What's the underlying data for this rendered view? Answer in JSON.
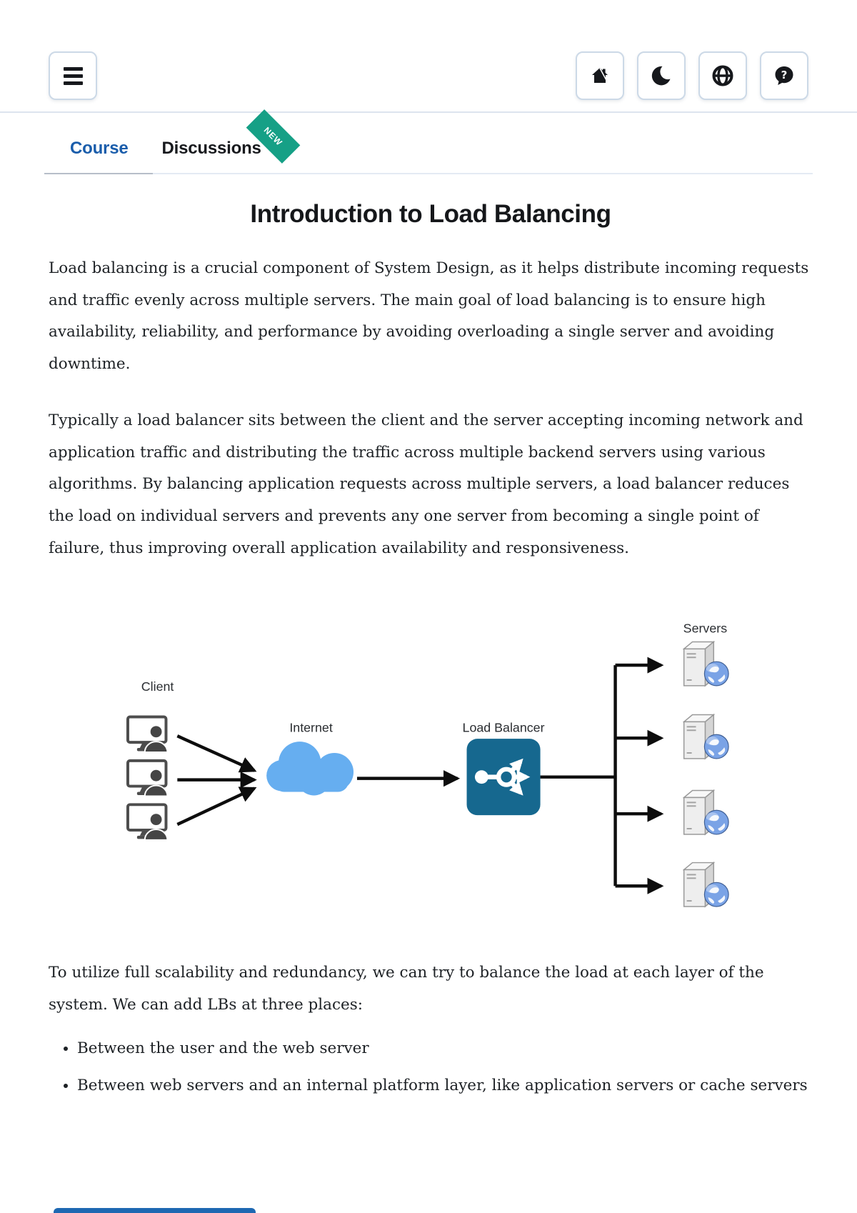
{
  "header": {
    "menu_button": "menu",
    "actions": [
      {
        "name": "home"
      },
      {
        "name": "dark-mode"
      },
      {
        "name": "language"
      },
      {
        "name": "help"
      }
    ]
  },
  "tabs": {
    "course": "Course",
    "discussions": "Discussions",
    "new_badge": "NEW"
  },
  "article": {
    "title": "Introduction to Load Balancing",
    "paragraphs": [
      "Load balancing is a crucial component of System Design, as it helps distribute incoming requests and traffic evenly across multiple servers. The main goal of load balancing is to ensure high availability, reliability, and performance by avoiding overloading a single server and avoiding downtime.",
      "Typically a load balancer sits between the client and the server accepting incoming network and application traffic and distributing the traffic across multiple backend servers using various algorithms. By balancing application requests across multiple servers, a load balancer reduces the load on individual servers and prevents any one server from becoming a single point of failure, thus improving overall application availability and responsiveness.",
      "To utilize full scalability and redundancy, we can try to balance the load at each layer of the system. We can add LBs at three places:"
    ],
    "bullets": [
      "Between the user and the web server",
      "Between web servers and an internal platform layer, like application servers or cache servers"
    ]
  },
  "diagram": {
    "labels": {
      "client": "Client",
      "internet": "Internet",
      "load_balancer": "Load Balancer",
      "servers": "Servers"
    },
    "client_count": 3,
    "server_count": 4
  },
  "colors": {
    "tab_active_blue": "#1a5dab",
    "ribbon_teal": "#16a086",
    "load_balancer_box": "#16688f",
    "cloud_blue": "#66aef0",
    "arrow_black": "#0d0d0d",
    "bottom_bar_blue": "#1e68b2"
  }
}
